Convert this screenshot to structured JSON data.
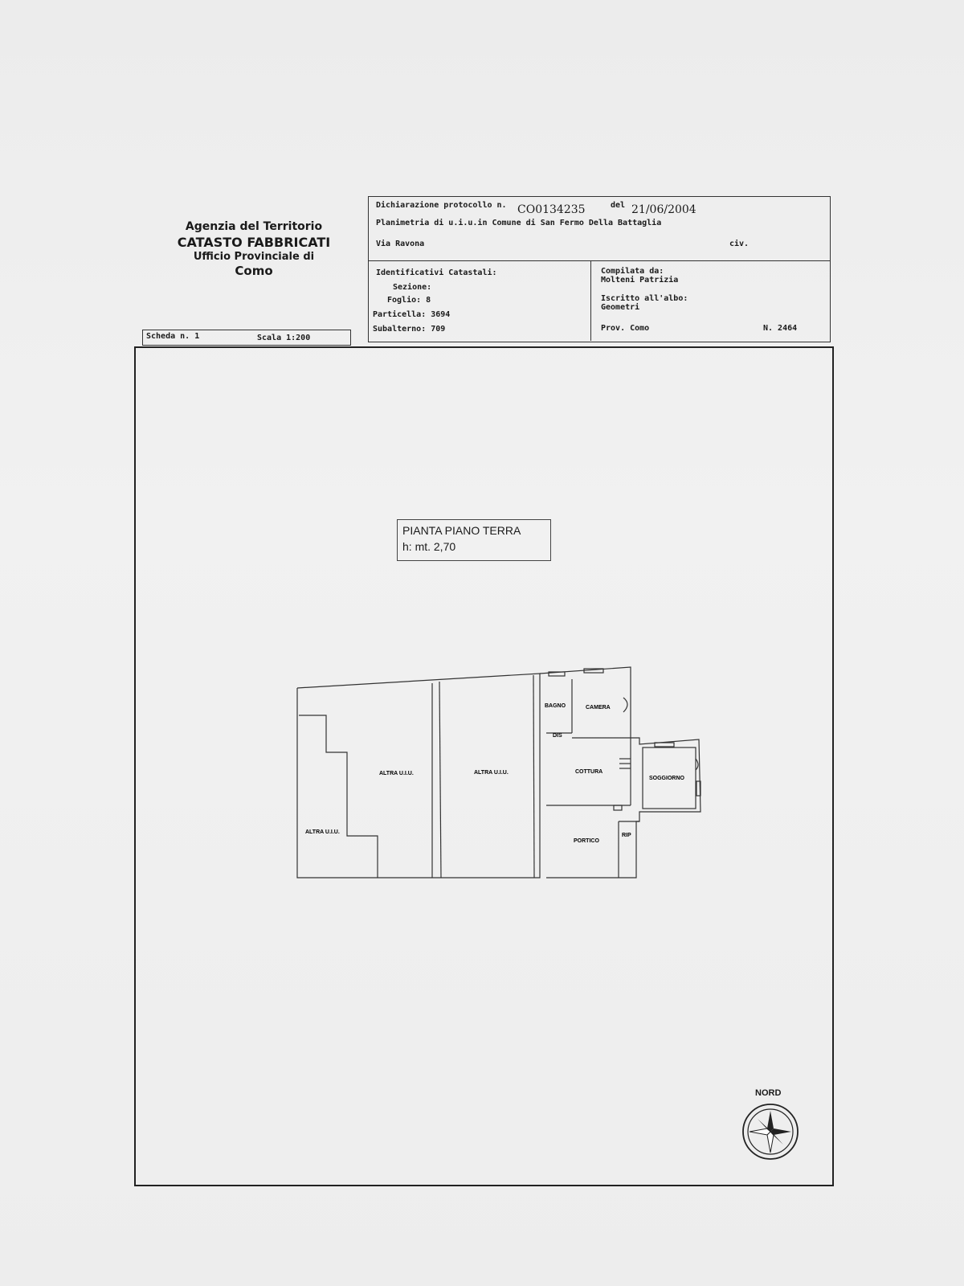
{
  "agency": {
    "line1": "Agenzia del Territorio",
    "line2": "CATASTO FABBRICATI",
    "line3": "Ufficio Provinciale di",
    "line4": "Como"
  },
  "header": {
    "dichiarazione_label": "Dichiarazione protocollo n.",
    "protocollo": "CO0134235",
    "del_label": "del",
    "date": "21/06/2004",
    "planimetria": "Planimetria di u.i.u.in Comune di San Fermo Della Battaglia",
    "via": "Via Ravona",
    "civ": "civ."
  },
  "identificativi": {
    "title": "Identificativi Catastali:",
    "sezione": "Sezione:",
    "foglio": "Foglio: 8",
    "particella": "Particella: 3694",
    "subalterno": "Subalterno: 709"
  },
  "compilata": {
    "label": "Compilata da:",
    "name": "Molteni Patrizia",
    "iscritto": "Iscritto all'albo:",
    "albo": "Geometri",
    "prov": "Prov. Como",
    "numero": "N. 2464"
  },
  "scheda": {
    "label": "Scheda n. 1",
    "scala": "Scala 1:200"
  },
  "plan": {
    "title": "PIANTA PIANO TERRA",
    "height": "h: mt. 2,70",
    "rooms": {
      "altra1": "ALTRA U.I.U.",
      "altra2": "ALTRA U.I.U.",
      "altra3": "ALTRA U.I.U.",
      "bagno": "BAGNO",
      "camera": "CAMERA",
      "dis": "DIS",
      "cottura": "COTTURA",
      "soggiorno": "SOGGIORNO",
      "portico": "PORTICO",
      "rip": "RIP"
    }
  },
  "compass": {
    "label": "NORD"
  }
}
